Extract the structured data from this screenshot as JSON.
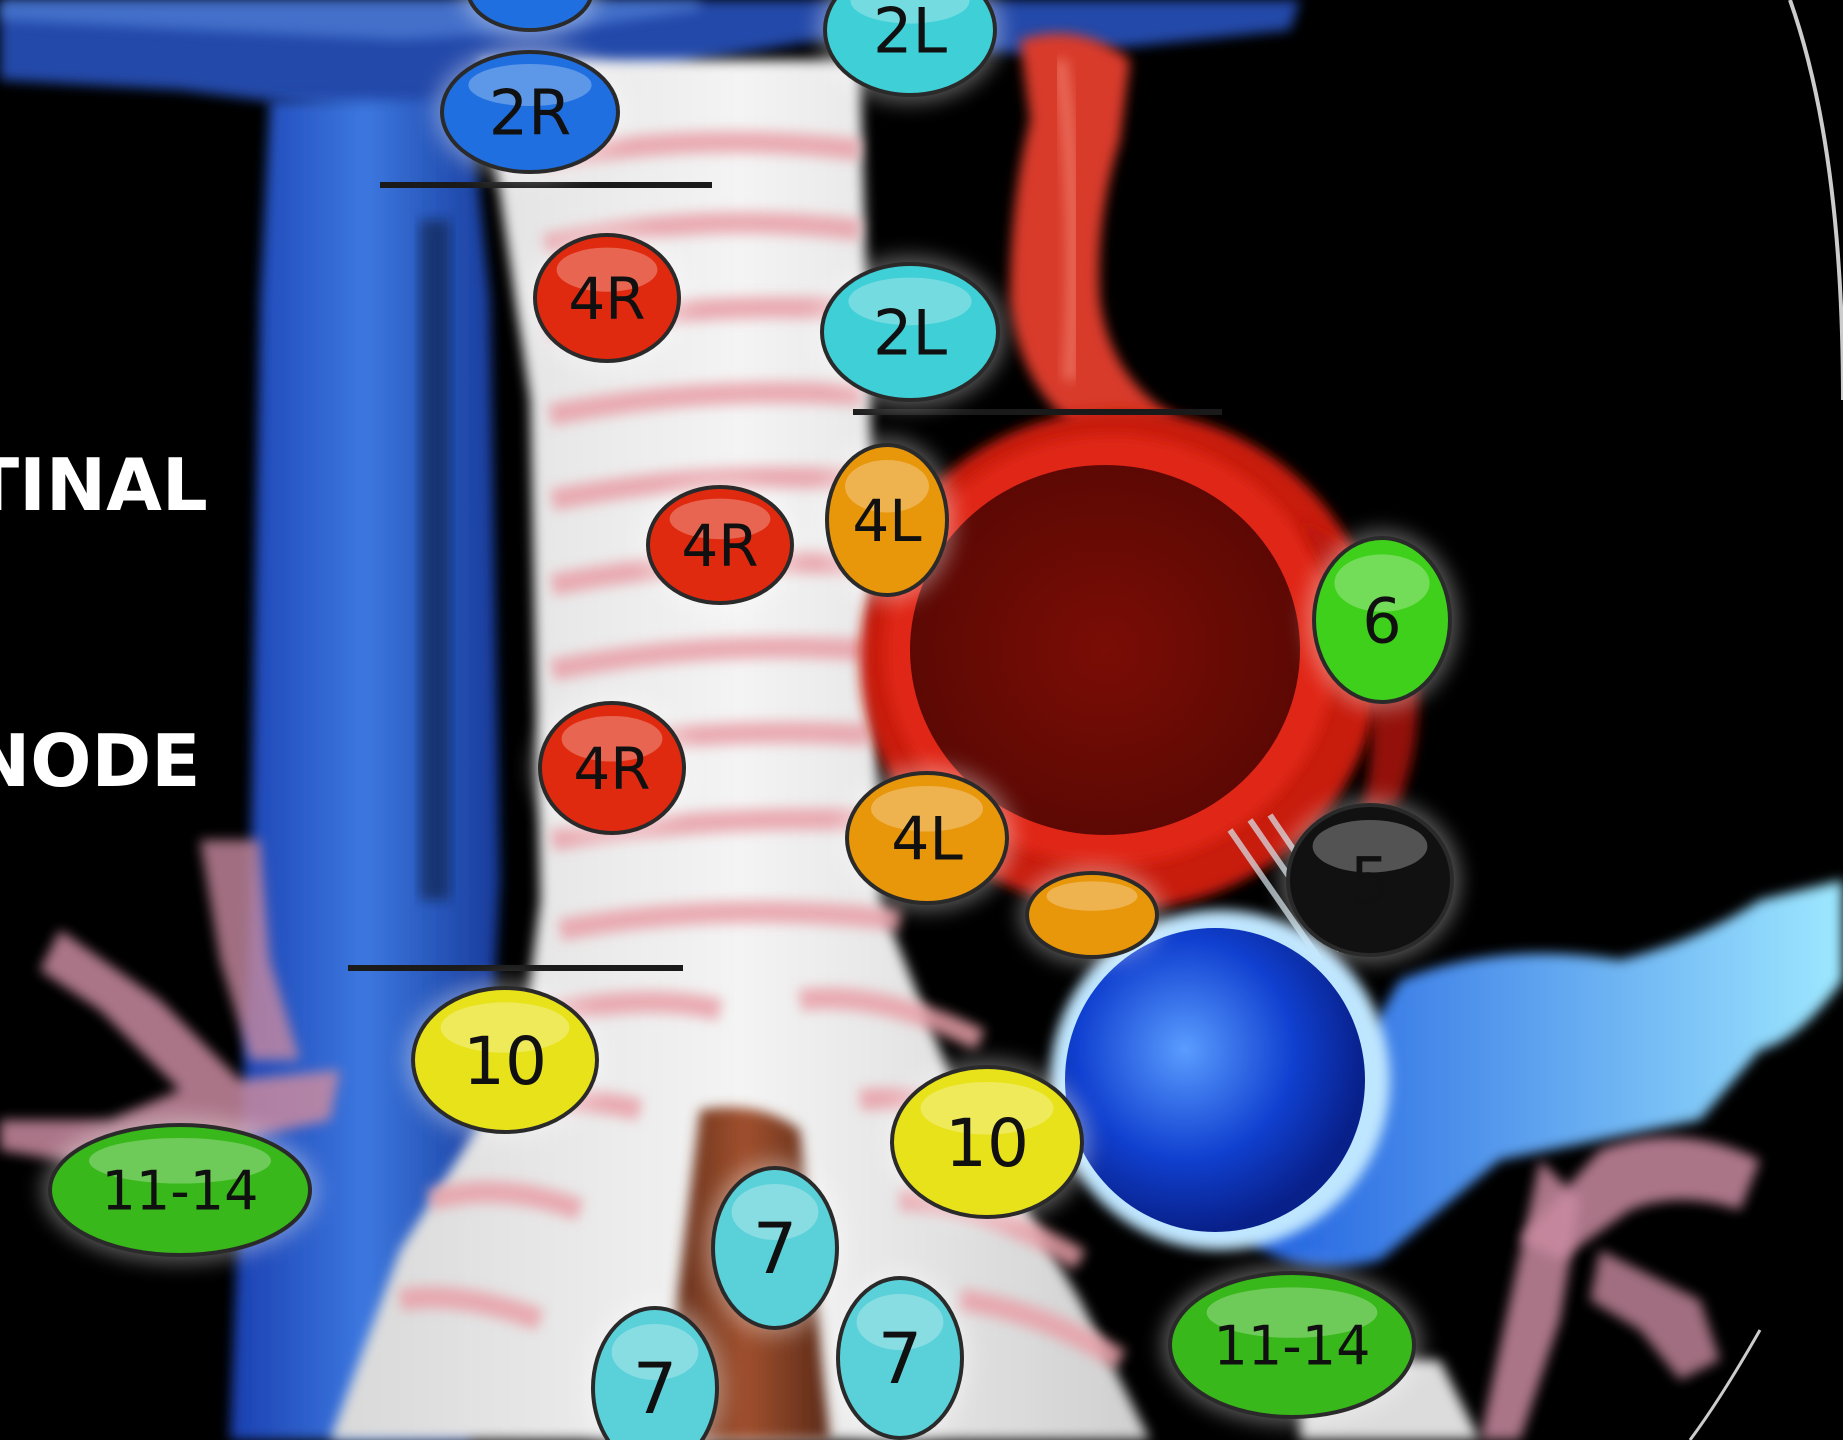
{
  "heading": {
    "line1": "TINAL",
    "line2": "NODE"
  },
  "nodes": [
    {
      "id": "2R-top",
      "label": "",
      "color": "#1f6fe0"
    },
    {
      "id": "2L-top",
      "label": "2L",
      "color": "#3fcfd6"
    },
    {
      "id": "2R",
      "label": "2R",
      "color": "#1f6fe0"
    },
    {
      "id": "4R-a",
      "label": "4R",
      "color": "#e02a10"
    },
    {
      "id": "2L",
      "label": "2L",
      "color": "#3fcfd6"
    },
    {
      "id": "4L-a",
      "label": "4L",
      "color": "#e8960a"
    },
    {
      "id": "4R-b",
      "label": "4R",
      "color": "#e02a10"
    },
    {
      "id": "6",
      "label": "6",
      "color": "#3ed01a"
    },
    {
      "id": "4R-c",
      "label": "4R",
      "color": "#e02a10"
    },
    {
      "id": "4L-b",
      "label": "4L",
      "color": "#e8960a"
    },
    {
      "id": "4L-small",
      "label": "",
      "color": "#e8960a"
    },
    {
      "id": "5",
      "label": "5",
      "color": "#111111"
    },
    {
      "id": "10-right",
      "label": "10",
      "color": "#e8e21a"
    },
    {
      "id": "10-left",
      "label": "10",
      "color": "#e8e21a"
    },
    {
      "id": "11-14-left",
      "label": "11-14",
      "color": "#38b81a"
    },
    {
      "id": "7-a",
      "label": "7",
      "color": "#5ad0d8"
    },
    {
      "id": "7-b",
      "label": "7",
      "color": "#5ad0d8"
    },
    {
      "id": "7-c",
      "label": "7",
      "color": "#5ad0d8"
    },
    {
      "id": "11-14-right",
      "label": "11-14",
      "color": "#38b81a"
    }
  ]
}
